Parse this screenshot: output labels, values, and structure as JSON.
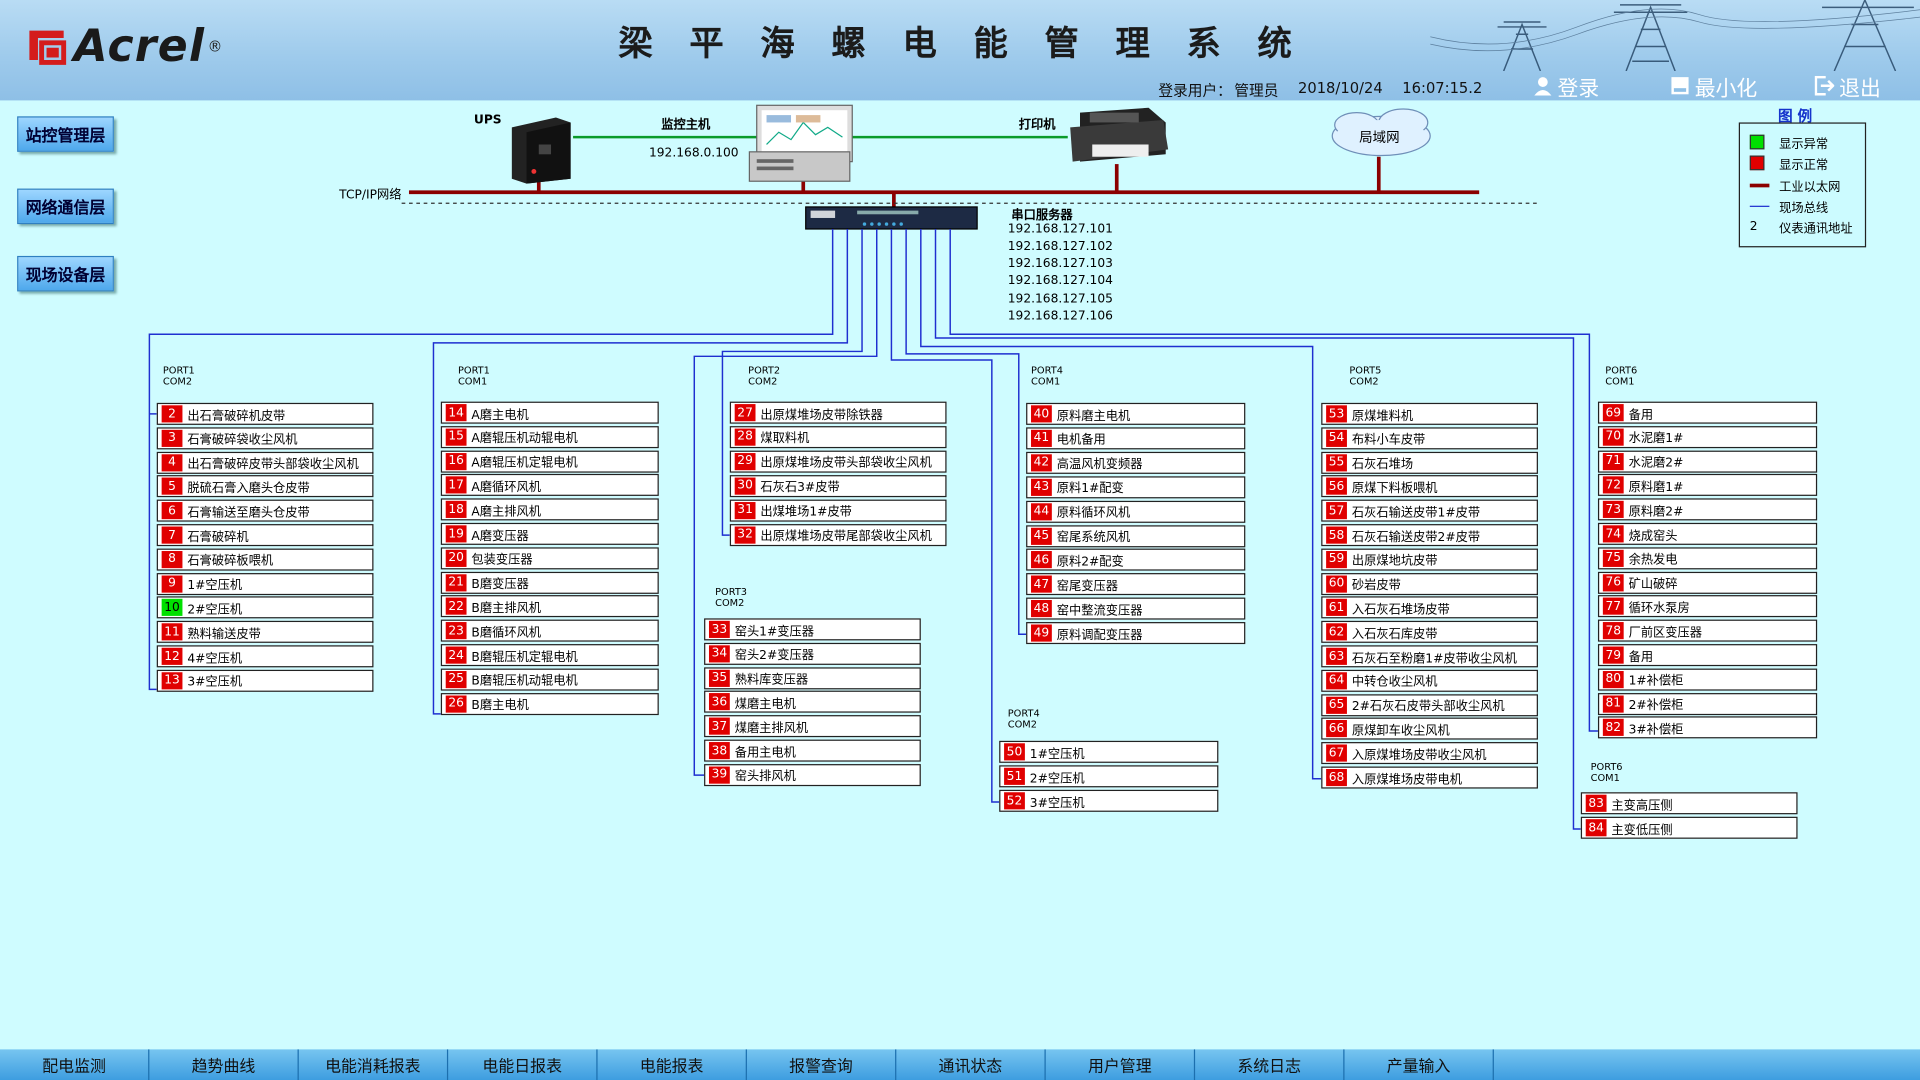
{
  "header": {
    "brand": "Acrel",
    "brand_reg": "®",
    "title": "梁平海螺电能管理系统",
    "login_label": "登录用户：",
    "user": "管理员",
    "date": "2018/10/24",
    "time": "16:07:15.2",
    "login_btn": "登录",
    "minimize_btn": "最小化",
    "exit_btn": "退出"
  },
  "layers": [
    "站控管理层",
    "网络通信层",
    "现场设备层"
  ],
  "network": {
    "ups": "UPS",
    "host": "监控主机",
    "host_ip": "192.168.0.100",
    "printer": "打印机",
    "lan": "局域网",
    "tcpip": "TCP/IP网络",
    "serial_server": "串口服务器",
    "serial_ips": [
      "192.168.127.101",
      "192.168.127.102",
      "192.168.127.103",
      "192.168.127.104",
      "192.168.127.105",
      "192.168.127.106"
    ]
  },
  "legend": {
    "title": "图例",
    "items": [
      "显示异常",
      "显示正常",
      "工业以太网",
      "现场总线",
      "仪表通讯地址"
    ],
    "addr_example": "2",
    "colors": {
      "ok": "#00e000",
      "fault": "#e00000",
      "ethernet": "#8b0000",
      "fieldbus": "#1f2fd0"
    }
  },
  "groups": [
    {
      "port": "PORT1\nCOM2",
      "devices": [
        {
          "n": "2",
          "name": "出石膏破碎机皮带",
          "ok": false
        },
        {
          "n": "3",
          "name": "石膏破碎袋收尘风机",
          "ok": false
        },
        {
          "n": "4",
          "name": "出石膏破碎皮带头部袋收尘风机",
          "ok": false
        },
        {
          "n": "5",
          "name": "脱硫石膏入磨头仓皮带",
          "ok": false
        },
        {
          "n": "6",
          "name": "石膏输送至磨头仓皮带",
          "ok": false
        },
        {
          "n": "7",
          "name": "石膏破碎机",
          "ok": false
        },
        {
          "n": "8",
          "name": "石膏破碎板喂机",
          "ok": false
        },
        {
          "n": "9",
          "name": "1#空压机",
          "ok": false
        },
        {
          "n": "10",
          "name": "2#空压机",
          "ok": true
        },
        {
          "n": "11",
          "name": "熟料输送皮带",
          "ok": false
        },
        {
          "n": "12",
          "name": "4#空压机",
          "ok": false
        },
        {
          "n": "13",
          "name": "3#空压机",
          "ok": false
        }
      ]
    },
    {
      "port": "PORT1\nCOM1",
      "devices": [
        {
          "n": "14",
          "name": "A磨主电机",
          "ok": false
        },
        {
          "n": "15",
          "name": "A磨辊压机动辊电机",
          "ok": false
        },
        {
          "n": "16",
          "name": "A磨辊压机定辊电机",
          "ok": false
        },
        {
          "n": "17",
          "name": "A磨循环风机",
          "ok": false
        },
        {
          "n": "18",
          "name": "A磨主排风机",
          "ok": false
        },
        {
          "n": "19",
          "name": "A磨变压器",
          "ok": false
        },
        {
          "n": "20",
          "name": "包装变压器",
          "ok": false
        },
        {
          "n": "21",
          "name": "B磨变压器",
          "ok": false
        },
        {
          "n": "22",
          "name": "B磨主排风机",
          "ok": false
        },
        {
          "n": "23",
          "name": "B磨循环风机",
          "ok": false
        },
        {
          "n": "24",
          "name": "B磨辊压机定辊电机",
          "ok": false
        },
        {
          "n": "25",
          "name": "B磨辊压机动辊电机",
          "ok": false
        },
        {
          "n": "26",
          "name": "B磨主电机",
          "ok": false
        }
      ]
    },
    {
      "port": "PORT2\nCOM2",
      "devices": [
        {
          "n": "27",
          "name": "出原煤堆场皮带除铁器",
          "ok": false
        },
        {
          "n": "28",
          "name": "煤取料机",
          "ok": false
        },
        {
          "n": "29",
          "name": "出原煤堆场皮带头部袋收尘风机",
          "ok": false
        },
        {
          "n": "30",
          "name": "石灰石3#皮带",
          "ok": false
        },
        {
          "n": "31",
          "name": "出煤堆场1#皮带",
          "ok": false
        },
        {
          "n": "32",
          "name": "出原煤堆场皮带尾部袋收尘风机",
          "ok": false
        }
      ]
    },
    {
      "port": "PORT3\nCOM2",
      "devices": [
        {
          "n": "33",
          "name": "窑头1#变压器",
          "ok": false
        },
        {
          "n": "34",
          "name": "窑头2#变压器",
          "ok": false
        },
        {
          "n": "35",
          "name": "熟料库变压器",
          "ok": false
        },
        {
          "n": "36",
          "name": "煤磨主电机",
          "ok": false
        },
        {
          "n": "37",
          "name": "煤磨主排风机",
          "ok": false
        },
        {
          "n": "38",
          "name": "备用主电机",
          "ok": false
        },
        {
          "n": "39",
          "name": "窑头排风机",
          "ok": false
        }
      ]
    },
    {
      "port": "PORT4\nCOM1",
      "devices": [
        {
          "n": "40",
          "name": "原料磨主电机",
          "ok": false
        },
        {
          "n": "41",
          "name": "电机备用",
          "ok": false
        },
        {
          "n": "42",
          "name": "高温风机变频器",
          "ok": false
        },
        {
          "n": "43",
          "name": "原料1#配变",
          "ok": false
        },
        {
          "n": "44",
          "name": "原料循环风机",
          "ok": false
        },
        {
          "n": "45",
          "name": "窑尾系统风机",
          "ok": false
        },
        {
          "n": "46",
          "name": "原料2#配变",
          "ok": false
        },
        {
          "n": "47",
          "name": "窑尾变压器",
          "ok": false
        },
        {
          "n": "48",
          "name": "窑中整流变压器",
          "ok": false
        },
        {
          "n": "49",
          "name": "原料调配变压器",
          "ok": false
        }
      ]
    },
    {
      "port": "PORT4\nCOM2",
      "devices": [
        {
          "n": "50",
          "name": "1#空压机",
          "ok": false
        },
        {
          "n": "51",
          "name": "2#空压机",
          "ok": false
        },
        {
          "n": "52",
          "name": "3#空压机",
          "ok": false
        }
      ]
    },
    {
      "port": "PORT5\nCOM2",
      "devices": [
        {
          "n": "53",
          "name": "原煤堆料机",
          "ok": false
        },
        {
          "n": "54",
          "name": "布料小车皮带",
          "ok": false
        },
        {
          "n": "55",
          "name": "石灰石堆场",
          "ok": false
        },
        {
          "n": "56",
          "name": "原煤下料板喂机",
          "ok": false
        },
        {
          "n": "57",
          "name": "石灰石输送皮带1#皮带",
          "ok": false
        },
        {
          "n": "58",
          "name": "石灰石输送皮带2#皮带",
          "ok": false
        },
        {
          "n": "59",
          "name": "出原煤地坑皮带",
          "ok": false
        },
        {
          "n": "60",
          "name": "砂岩皮带",
          "ok": false
        },
        {
          "n": "61",
          "name": "入石灰石堆场皮带",
          "ok": false
        },
        {
          "n": "62",
          "name": "入石灰石库皮带",
          "ok": false
        },
        {
          "n": "63",
          "name": "石灰石至粉磨1#皮带收尘风机",
          "ok": false
        },
        {
          "n": "64",
          "name": "中转仓收尘风机",
          "ok": false
        },
        {
          "n": "65",
          "name": "2#石灰石皮带头部收尘风机",
          "ok": false
        },
        {
          "n": "66",
          "name": "原煤卸车收尘风机",
          "ok": false
        },
        {
          "n": "67",
          "name": "入原煤堆场皮带收尘风机",
          "ok": false
        },
        {
          "n": "68",
          "name": "入原煤堆场皮带电机",
          "ok": false
        }
      ]
    },
    {
      "port": "PORT6\nCOM1",
      "devices": [
        {
          "n": "69",
          "name": "备用",
          "ok": false
        },
        {
          "n": "70",
          "name": "水泥磨1#",
          "ok": false
        },
        {
          "n": "71",
          "name": "水泥磨2#",
          "ok": false
        },
        {
          "n": "72",
          "name": "原料磨1#",
          "ok": false
        },
        {
          "n": "73",
          "name": "原料磨2#",
          "ok": false
        },
        {
          "n": "74",
          "name": "烧成窑头",
          "ok": false
        },
        {
          "n": "75",
          "name": "余热发电",
          "ok": false
        },
        {
          "n": "76",
          "name": "矿山破碎",
          "ok": false
        },
        {
          "n": "77",
          "name": "循环水泵房",
          "ok": false
        },
        {
          "n": "78",
          "name": "厂前区变压器",
          "ok": false
        },
        {
          "n": "79",
          "name": "备用",
          "ok": false
        },
        {
          "n": "80",
          "name": "1#补偿柜",
          "ok": false
        },
        {
          "n": "81",
          "name": "2#补偿柜",
          "ok": false
        },
        {
          "n": "82",
          "name": "3#补偿柜",
          "ok": false
        }
      ]
    },
    {
      "port": "PORT6\nCOM1",
      "devices": [
        {
          "n": "83",
          "name": "主变高压侧",
          "ok": false
        },
        {
          "n": "84",
          "name": "主变低压侧",
          "ok": false
        }
      ]
    }
  ],
  "footer": {
    "tabs": [
      "配电监测",
      "趋势曲线",
      "电能消耗报表",
      "电能日报表",
      "电能报表",
      "报警查询",
      "通讯状态",
      "用户管理",
      "系统日志",
      "产量输入"
    ]
  }
}
